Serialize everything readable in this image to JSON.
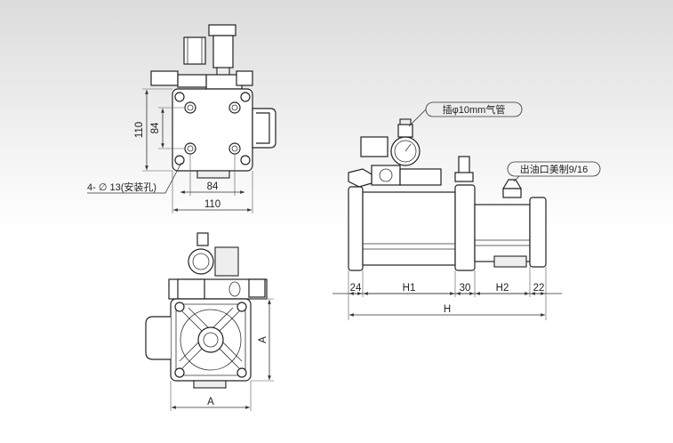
{
  "top_view": {
    "dim_vert_outer": "110",
    "dim_vert_inner": "84",
    "dim_horz_inner": "84",
    "dim_horz_outer": "110",
    "hole_note": "4- ∅ 13(安装孔)"
  },
  "front_view": {
    "dim_horz": "A",
    "dim_vert": "A"
  },
  "side_view": {
    "air_note": "插φ10mm气管",
    "oil_note": "出油口美制9/16",
    "dims": [
      "24",
      "H1",
      "30",
      "H2",
      "22"
    ],
    "dim_total": "H"
  }
}
